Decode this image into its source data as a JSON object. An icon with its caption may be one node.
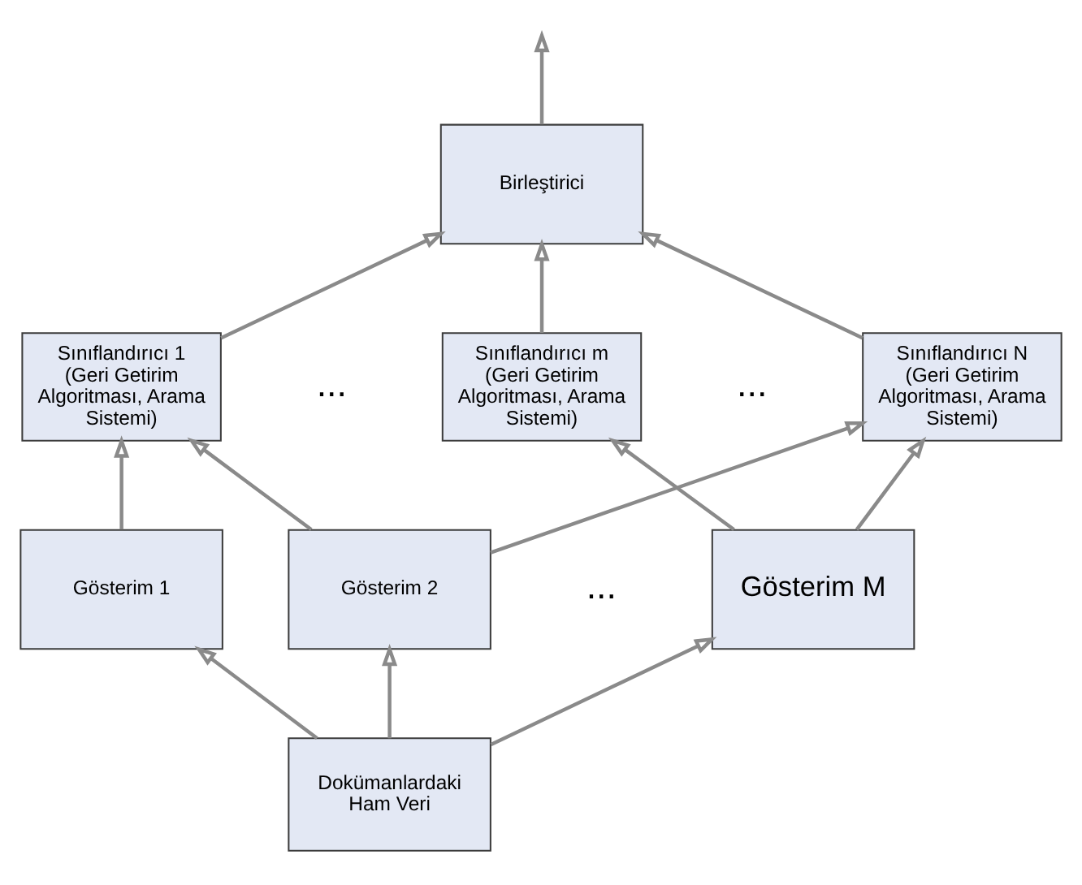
{
  "diagram": {
    "nodes": [
      {
        "text": [
          "Birleştirici"
        ]
      },
      {
        "text": [
          "Sınıflandırıcı 1 (Geri Getirim Algoritması, Arama Sistemi)"
        ]
      },
      {
        "text": [
          "Sınıflandırıcı m (Geri Getirim Algoritması, Arama Sistemi)"
        ]
      },
      {
        "text": [
          "Sınıflandırıcı N (Geri Getirim Algoritması, Arama Sistemi)"
        ]
      },
      {
        "text": [
          "Gösterim 1"
        ]
      },
      {
        "text": [
          "Gösterim 2"
        ]
      },
      {
        "text": [
          "Gösterim M"
        ]
      },
      {
        "text": [
          "Dokümanlardaki Ham Veri"
        ]
      }
    ],
    "edges": [
      {
        "from": 0,
        "to": null,
        "arrow": "to"
      },
      {
        "from": 1,
        "to": 0,
        "arrow": "to"
      },
      {
        "from": 2,
        "to": 0,
        "arrow": "to"
      },
      {
        "from": 3,
        "to": 0,
        "arrow": "to"
      },
      {
        "from": 4,
        "to": 1,
        "arrow": "to"
      },
      {
        "from": 5,
        "to": 1,
        "arrow": "to"
      },
      {
        "from": 6,
        "to": 2,
        "arrow": "to"
      },
      {
        "from": 5,
        "to": 3,
        "arrow": "to"
      },
      {
        "from": 6,
        "to": 3,
        "arrow": "to"
      },
      {
        "from": 7,
        "to": 4,
        "arrow": "to"
      },
      {
        "from": 7,
        "to": 5,
        "arrow": "to"
      },
      {
        "from": 7,
        "to": 6,
        "arrow": "to"
      }
    ],
    "labels": [
      "...",
      "...",
      "..."
    ]
  }
}
